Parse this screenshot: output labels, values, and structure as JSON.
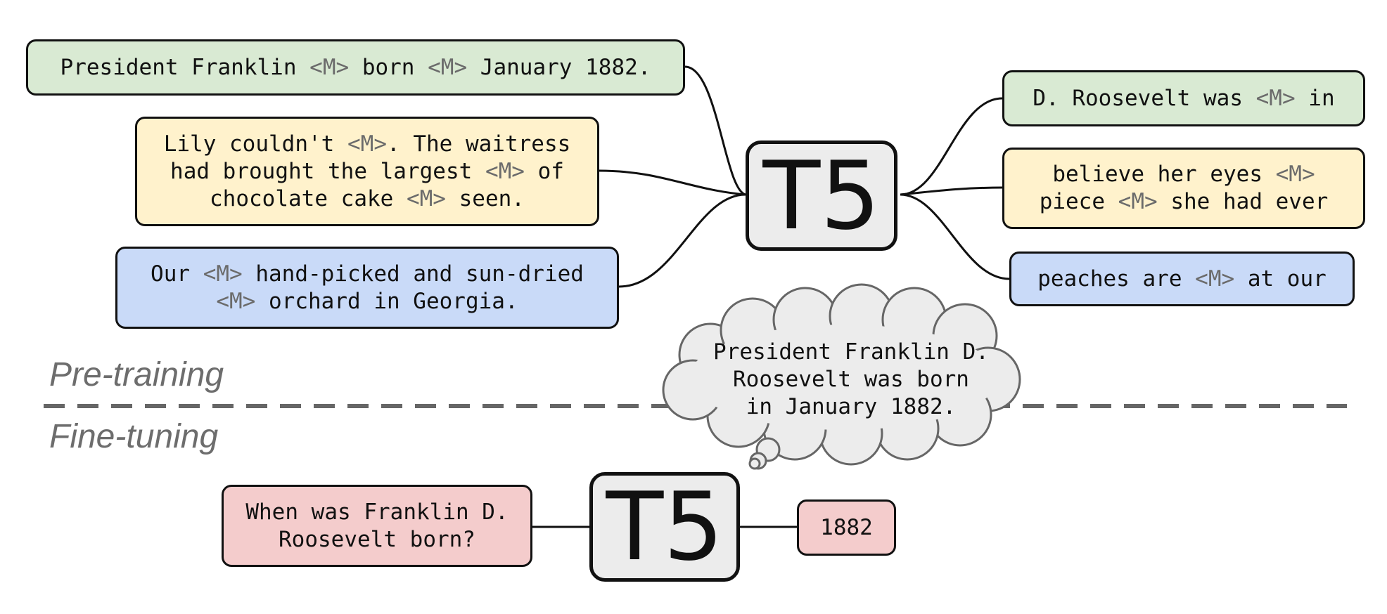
{
  "model_label": "T5",
  "phases": {
    "pretraining": "Pre-training",
    "finetuning": "Fine-tuning"
  },
  "pretraining_inputs": [
    {
      "color": "#d9ead3",
      "lines": [
        [
          {
            "t": "President Franklin "
          },
          {
            "t": "<M>",
            "mask": true
          },
          {
            "t": " born "
          },
          {
            "t": "<M>",
            "mask": true
          },
          {
            "t": " January 1882."
          }
        ]
      ]
    },
    {
      "color": "#fff2cc",
      "lines": [
        [
          {
            "t": "Lily couldn't "
          },
          {
            "t": "<M>",
            "mask": true
          },
          {
            "t": ". The waitress"
          }
        ],
        [
          {
            "t": "had brought the largest "
          },
          {
            "t": "<M>",
            "mask": true
          },
          {
            "t": " of"
          }
        ],
        [
          {
            "t": "chocolate cake "
          },
          {
            "t": "<M>",
            "mask": true
          },
          {
            "t": " seen."
          }
        ]
      ]
    },
    {
      "color": "#c9daf8",
      "lines": [
        [
          {
            "t": "Our "
          },
          {
            "t": "<M>",
            "mask": true
          },
          {
            "t": " hand-picked and sun-dried"
          }
        ],
        [
          {
            "t": "<M>",
            "mask": true
          },
          {
            "t": " orchard in Georgia."
          }
        ]
      ]
    }
  ],
  "pretraining_targets": [
    {
      "color": "#d9ead3",
      "lines": [
        [
          {
            "t": "D. Roosevelt was "
          },
          {
            "t": "<M>",
            "mask": true
          },
          {
            "t": " in"
          }
        ]
      ]
    },
    {
      "color": "#fff2cc",
      "lines": [
        [
          {
            "t": "believe her eyes "
          },
          {
            "t": "<M>",
            "mask": true
          }
        ],
        [
          {
            "t": "piece "
          },
          {
            "t": "<M>",
            "mask": true
          },
          {
            "t": " she had ever"
          }
        ]
      ]
    },
    {
      "color": "#c9daf8",
      "lines": [
        [
          {
            "t": "peaches are "
          },
          {
            "t": "<M>",
            "mask": true
          },
          {
            "t": " at our"
          }
        ]
      ]
    }
  ],
  "thought_lines": [
    "President Franklin D.",
    "Roosevelt was born",
    "in January 1882."
  ],
  "finetuning": {
    "question_lines": [
      "When was Franklin D.",
      "Roosevelt born?"
    ],
    "answer": "1882"
  },
  "colors": {
    "green": "#d9ead3",
    "yellow": "#fff2cc",
    "blue": "#c9daf8",
    "red": "#f4cccc",
    "mask": "#6b6b6b",
    "t5_bg": "#ececec",
    "divider": "#666666"
  }
}
